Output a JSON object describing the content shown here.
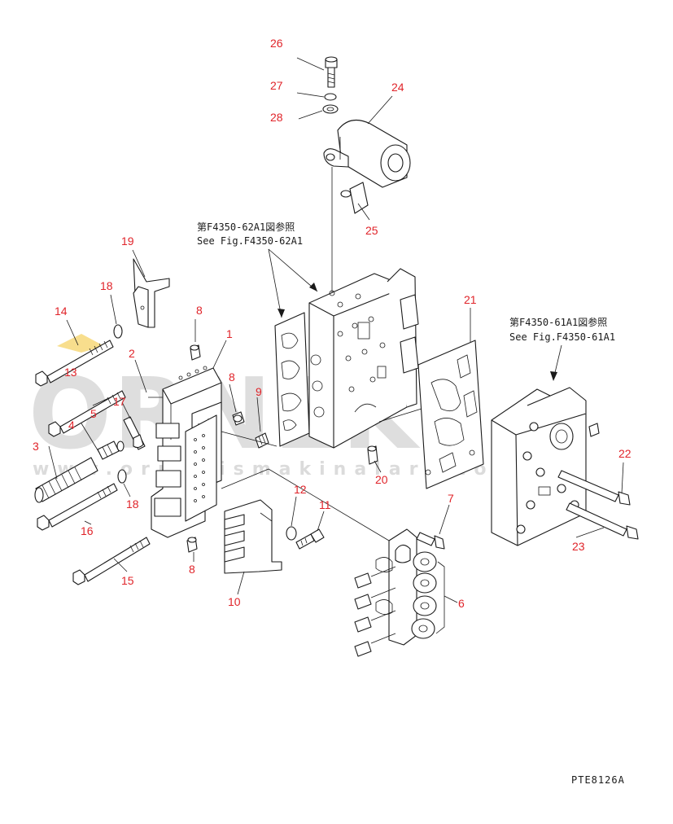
{
  "figure_code": "PTE8126A",
  "references": [
    {
      "jp": "第F4350-62A1図参照",
      "en": "See Fig.F4350-62A1"
    },
    {
      "jp": "第F4350-61A1図参照",
      "en": "See Fig.F4350-61A1"
    }
  ],
  "callouts": [
    "26",
    "27",
    "28",
    "24",
    "25",
    "19",
    "18",
    "14",
    "13",
    "2",
    "8",
    "1",
    "8",
    "9",
    "5",
    "17",
    "4",
    "3",
    "18",
    "16",
    "15",
    "8",
    "10",
    "12",
    "11",
    "7",
    "6",
    "20",
    "21",
    "22",
    "23"
  ],
  "watermark": {
    "logo_text": "ORNEK",
    "url_text": "www.ornekismakinalari.com.tr"
  }
}
